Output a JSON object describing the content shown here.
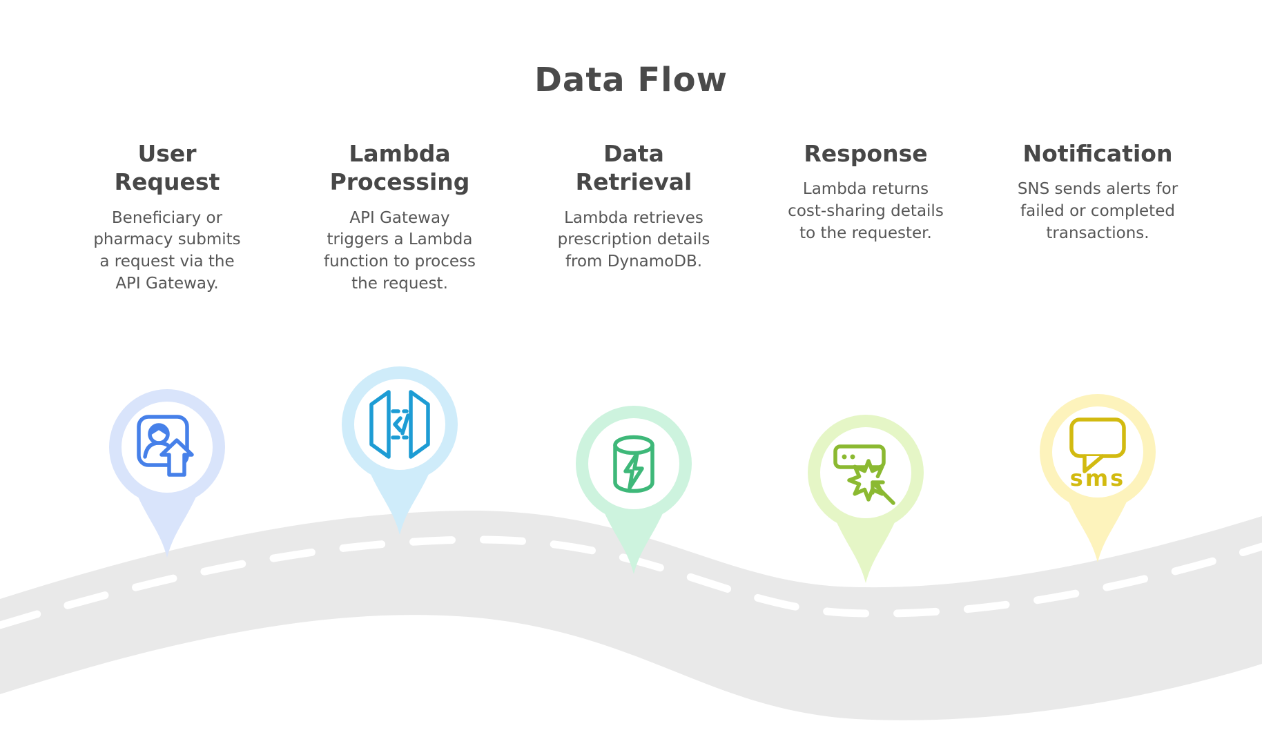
{
  "title": "Data Flow",
  "road": {
    "color": "#e9e9e9",
    "line_color": "#ffffff"
  },
  "steps": [
    {
      "title": "User Request",
      "description": "Beneficiary or pharmacy submits a request via the API Gateway.",
      "icon": "user-upload-icon",
      "ring_color": "#d9e4fb",
      "icon_color": "#4680e9"
    },
    {
      "title": "Lambda Processing",
      "description": "API Gateway triggers a Lambda function to process the request.",
      "icon": "api-gateway-icon",
      "ring_color": "#cfecfa",
      "icon_color": "#1d9cd4"
    },
    {
      "title": "Data Retrieval",
      "description": "Lambda retrieves prescription details from DynamoDB.",
      "icon": "database-lightning-icon",
      "ring_color": "#cdf3de",
      "icon_color": "#3eb879"
    },
    {
      "title": "Response",
      "description": "Lambda returns cost-sharing details to the requester.",
      "icon": "click-response-icon",
      "ring_color": "#e5f6c6",
      "icon_color": "#8bb931"
    },
    {
      "title": "Notification",
      "description": "SNS sends alerts for failed or completed transactions.",
      "icon": "sms-bubble-icon",
      "ring_color": "#fdf3bc",
      "icon_color": "#d2ba10",
      "icon_text": "sms"
    }
  ]
}
